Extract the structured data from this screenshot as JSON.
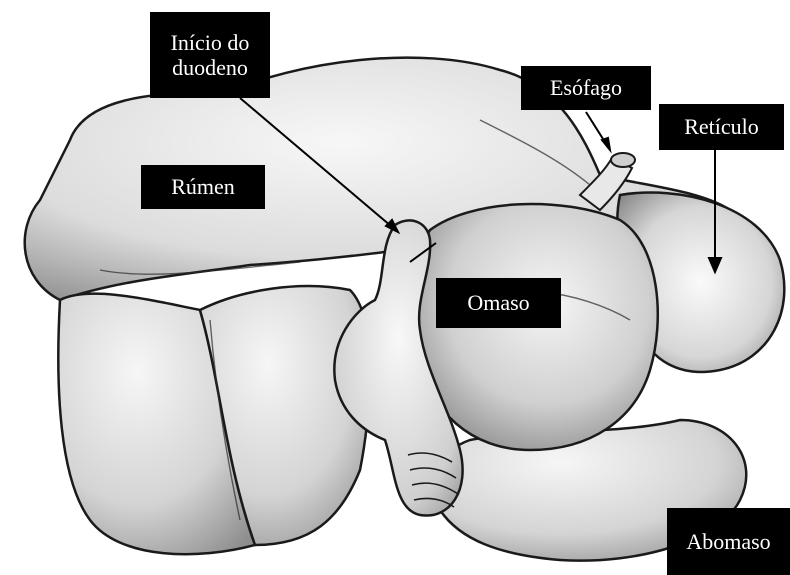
{
  "labels": {
    "duodeno": {
      "line1": "Início do",
      "line2": "duodeno"
    },
    "esofago": "Esófago",
    "reticulo": "Retículo",
    "rumen": "Rúmen",
    "omaso": "Omaso",
    "abomaso": "Abomaso"
  },
  "colors": {
    "label_bg": "#000000",
    "label_text": "#ffffff",
    "outline": "#1a1a1a",
    "organ_fill": "#f2f2f2",
    "shade": "#8c8c8c"
  }
}
